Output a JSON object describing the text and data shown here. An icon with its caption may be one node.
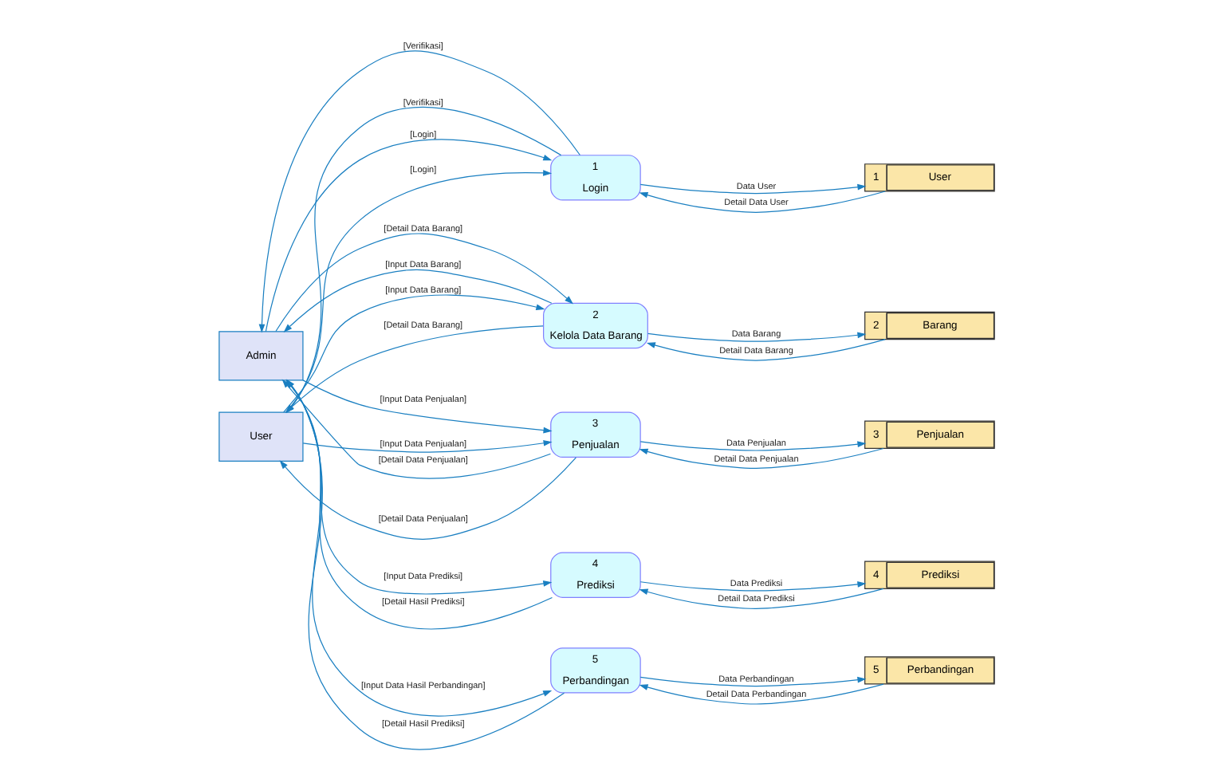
{
  "diagram": {
    "nodes": [
      {
        "text": [
          "1",
          "Login"
        ]
      },
      {
        "text": [
          "1",
          "User"
        ]
      },
      {
        "text": [
          "Admin"
        ]
      },
      {
        "text": [
          "2",
          "Kelola Data Barang"
        ]
      },
      {
        "text": [
          "2",
          "Barang"
        ]
      },
      {
        "text": [
          "User"
        ]
      },
      {
        "text": [
          "3",
          "Penjualan"
        ]
      },
      {
        "text": [
          "3",
          "Penjualan"
        ]
      },
      {
        "text": [
          "4",
          "Prediksi"
        ]
      },
      {
        "text": [
          "4",
          "Prediksi"
        ]
      },
      {
        "text": [
          "5",
          "Perbandingan"
        ]
      },
      {
        "text": [
          "5",
          "Perbandingan"
        ]
      }
    ],
    "edges": [
      {
        "from": 2,
        "to": 0,
        "arrow": "to",
        "label": "[Login]"
      },
      {
        "from": 0,
        "to": 2,
        "arrow": "to",
        "label": "[Verifikasi]"
      },
      {
        "from": 5,
        "to": 0,
        "arrow": "to",
        "label": "[Login]"
      },
      {
        "from": 0,
        "to": 5,
        "arrow": "to",
        "label": "[Verifikasi]"
      },
      {
        "from": 0,
        "to": 1,
        "arrow": "to",
        "label": "Data User"
      },
      {
        "from": 1,
        "to": 0,
        "arrow": "to",
        "label": "Detail Data User"
      },
      {
        "from": 2,
        "to": 3,
        "arrow": "to",
        "label": "[Detail Data Barang]"
      },
      {
        "from": 3,
        "to": 2,
        "arrow": "to",
        "label": "[Input Data Barang]"
      },
      {
        "from": 5,
        "to": 3,
        "arrow": "to",
        "label": "[Input Data Barang]"
      },
      {
        "from": 3,
        "to": 5,
        "arrow": "to",
        "label": "[Detail Data Barang]"
      },
      {
        "from": 3,
        "to": 4,
        "arrow": "to",
        "label": "Data Barang"
      },
      {
        "from": 4,
        "to": 3,
        "arrow": "to",
        "label": "Detail Data Barang"
      },
      {
        "from": 2,
        "to": 6,
        "arrow": "to",
        "label": "[Input Data Penjualan]"
      },
      {
        "from": 6,
        "to": 2,
        "arrow": "to",
        "label": "[Detail Data Penjualan]"
      },
      {
        "from": 5,
        "to": 6,
        "arrow": "to",
        "label": "[Input Data Penjualan]"
      },
      {
        "from": 6,
        "to": 5,
        "arrow": "to",
        "label": "[Detail Data Penjualan]"
      },
      {
        "from": 6,
        "to": 7,
        "arrow": "to",
        "label": "Data Penjualan"
      },
      {
        "from": 7,
        "to": 6,
        "arrow": "to",
        "label": "Detail Data Penjualan"
      },
      {
        "from": 2,
        "to": 8,
        "arrow": "to",
        "label": "[Input Data Prediksi]"
      },
      {
        "from": 8,
        "to": 2,
        "arrow": "to",
        "label": "[Detail Hasil Prediksi]"
      },
      {
        "from": 8,
        "to": 9,
        "arrow": "to",
        "label": "Data Prediksi"
      },
      {
        "from": 9,
        "to": 8,
        "arrow": "to",
        "label": "Detail Data Prediksi"
      },
      {
        "from": 2,
        "to": 10,
        "arrow": "to",
        "label": "[Input Data Hasil Perbandingan]"
      },
      {
        "from": 10,
        "to": 2,
        "arrow": "to",
        "label": "[Detail Hasil Prediksi]"
      },
      {
        "from": 10,
        "to": 11,
        "arrow": "to",
        "label": "Data Perbandingan"
      },
      {
        "from": 11,
        "to": 10,
        "arrow": "to",
        "label": "Detail Data Perbandingan"
      }
    ]
  }
}
